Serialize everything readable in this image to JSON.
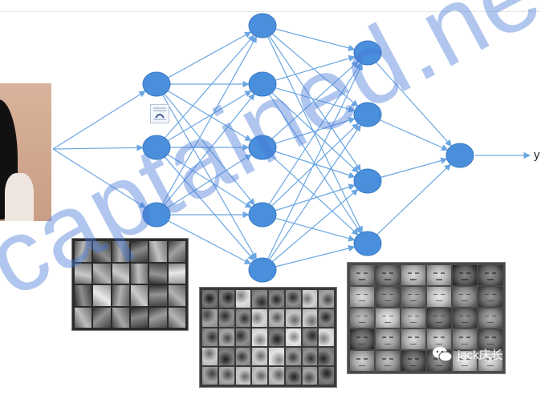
{
  "output_label": "y",
  "brand": {
    "text": "jack床长",
    "icon": "wechat-icon"
  },
  "watermark": {
    "text": "captained.net"
  },
  "network": {
    "layers": [
      3,
      5,
      4,
      1
    ],
    "node_color": "#4a8fdc",
    "edge_color": "#6aa6e2"
  },
  "feature_panels": [
    {
      "name": "edge-features",
      "rows": 4,
      "cols": 6
    },
    {
      "name": "part-features",
      "rows": 5,
      "cols": 8
    },
    {
      "name": "face-features",
      "rows": 5,
      "cols": 6
    }
  ]
}
